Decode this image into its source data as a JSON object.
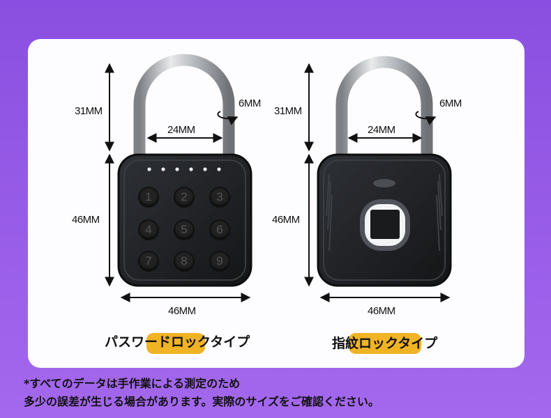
{
  "left": {
    "shackle_height": "31MM",
    "shackle_thickness": "6MM",
    "shackle_width": "24MM",
    "body_height": "46MM",
    "body_width": "46MM",
    "caption": "パスワードロックタイプ",
    "keys": [
      "1",
      "2",
      "3",
      "4",
      "5",
      "6",
      "7",
      "8",
      "9"
    ]
  },
  "right": {
    "shackle_height": "31MM",
    "shackle_thickness": "6MM",
    "shackle_width": "24MM",
    "body_height": "46MM",
    "body_width": "46MM",
    "caption": "指紋ロックタイプ"
  },
  "note": {
    "line1": "*すべてのデータは手作業による測定のため",
    "line2": "多少の誤差が生じる場合があります。実際のサイズをご確認ください。"
  },
  "colors": {
    "background": "#9a5ee8",
    "highlight": "#f0b323",
    "lock_body": "#1f2124"
  }
}
